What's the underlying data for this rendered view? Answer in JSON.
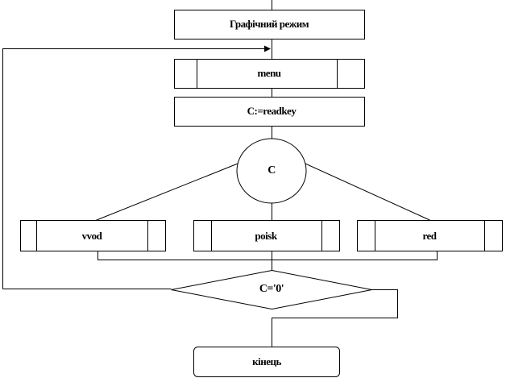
{
  "nodes": {
    "start": "Графічний  режим",
    "menu": "menu",
    "read": "C:=readkey",
    "switch": "C",
    "vvod": "vvod",
    "poisk": "poisk",
    "red": "red",
    "condition": "C='0'",
    "end": "кінець"
  }
}
